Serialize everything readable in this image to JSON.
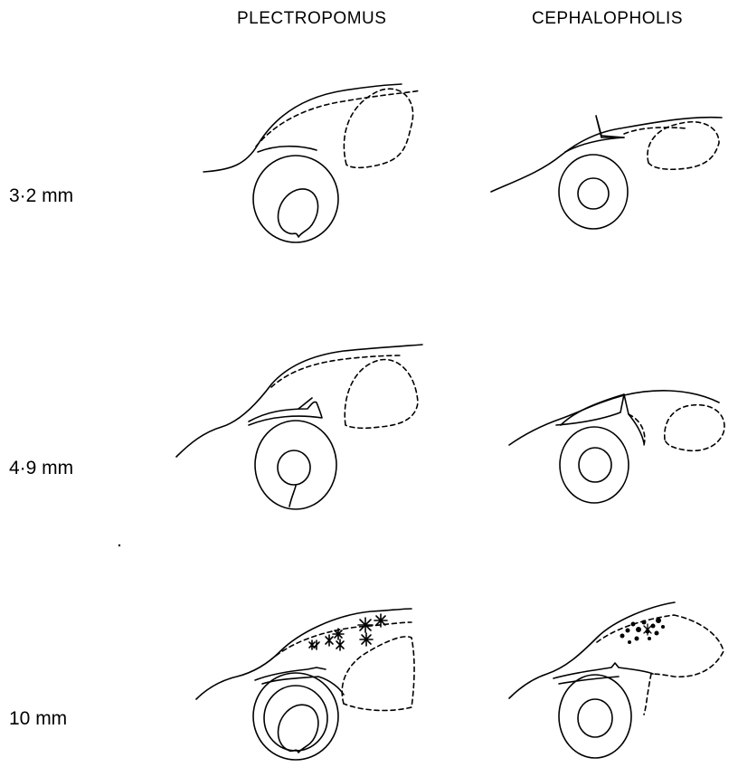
{
  "columns": [
    {
      "label": "PLECTROPOMUS"
    },
    {
      "label": "CEPHALOPHOLIS"
    }
  ],
  "rows": [
    {
      "label": "3·2 mm"
    },
    {
      "label": "4·9 mm"
    },
    {
      "label": "10 mm"
    }
  ]
}
